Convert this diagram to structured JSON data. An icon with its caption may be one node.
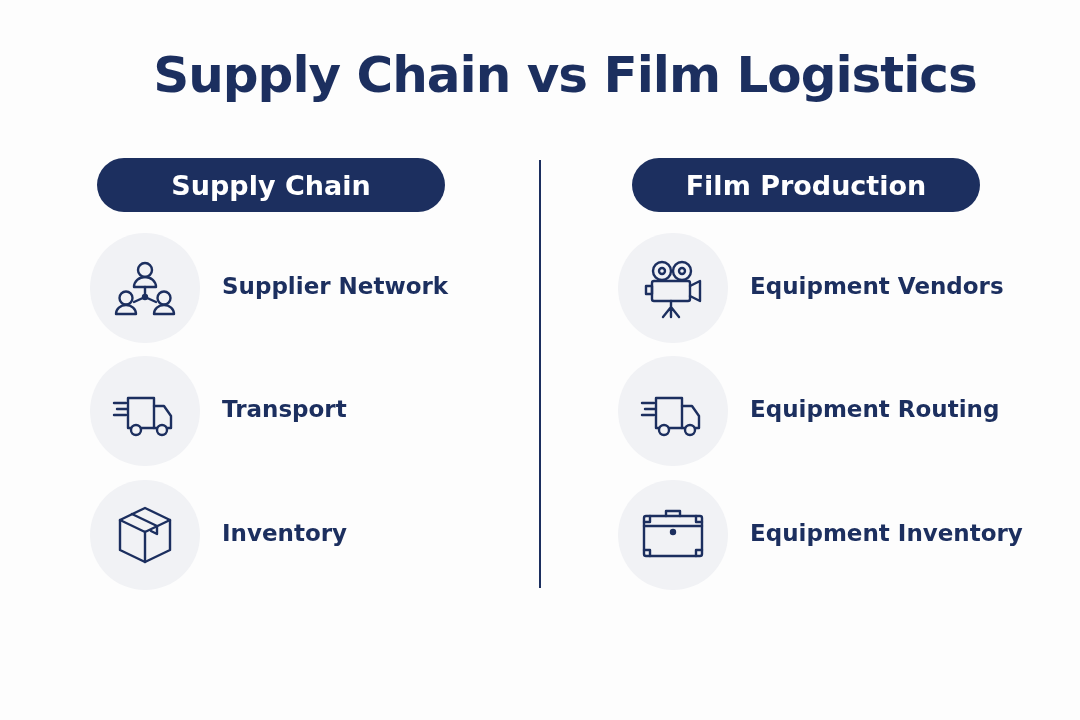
{
  "diagram": {
    "title": "Supply Chain vs Film Logistics",
    "nodes": [
      {
        "text": [
          "Supply Chain"
        ]
      },
      {
        "text": [
          "Film Production"
        ]
      },
      {
        "text": [],
        "shape": "circle",
        "beside": [
          "Supplier Network"
        ]
      },
      {
        "text": [],
        "shape": "circle",
        "beside": [
          "Transport"
        ]
      },
      {
        "text": [],
        "shape": "circle",
        "beside": [
          "Inventory"
        ]
      },
      {
        "text": [],
        "shape": "circle",
        "beside": [
          "Equipment Vendors"
        ]
      },
      {
        "text": [],
        "shape": "circle",
        "beside": [
          "Equipment Routing"
        ]
      },
      {
        "text": [],
        "shape": "circle",
        "beside": [
          "Equipment Inventory"
        ]
      }
    ]
  }
}
